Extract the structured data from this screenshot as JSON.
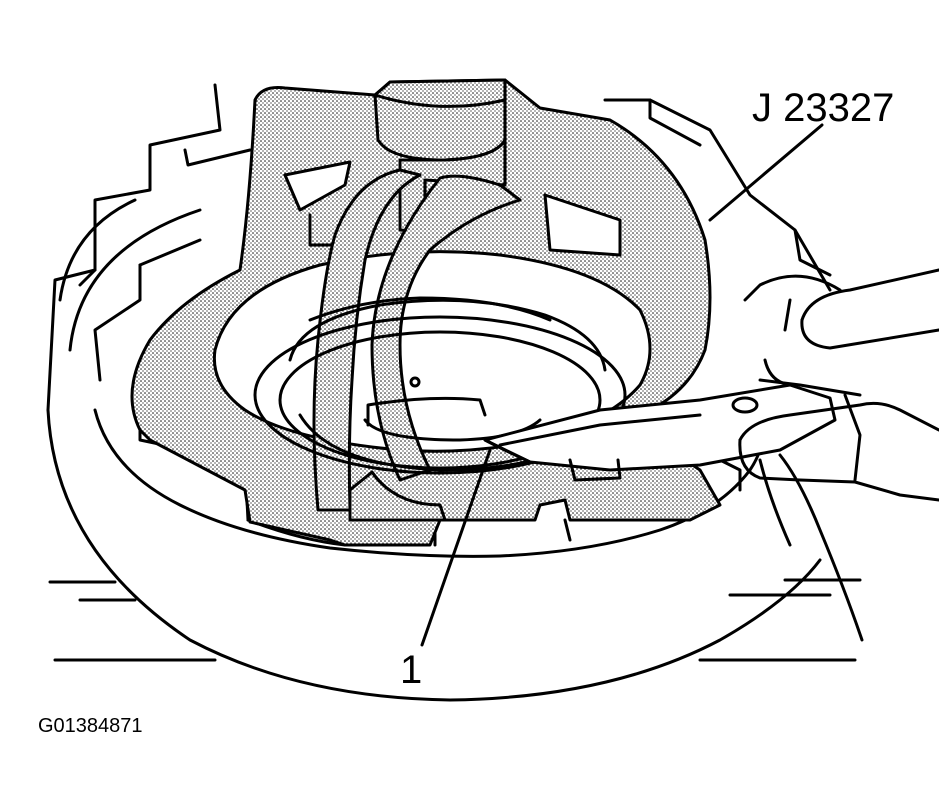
{
  "labels": {
    "tool": "J 23327",
    "part_number": "1",
    "figure_id": "G01384871"
  },
  "colors": {
    "ink": "#000000",
    "paper": "#ffffff",
    "stipple": "#8c8c8c"
  }
}
